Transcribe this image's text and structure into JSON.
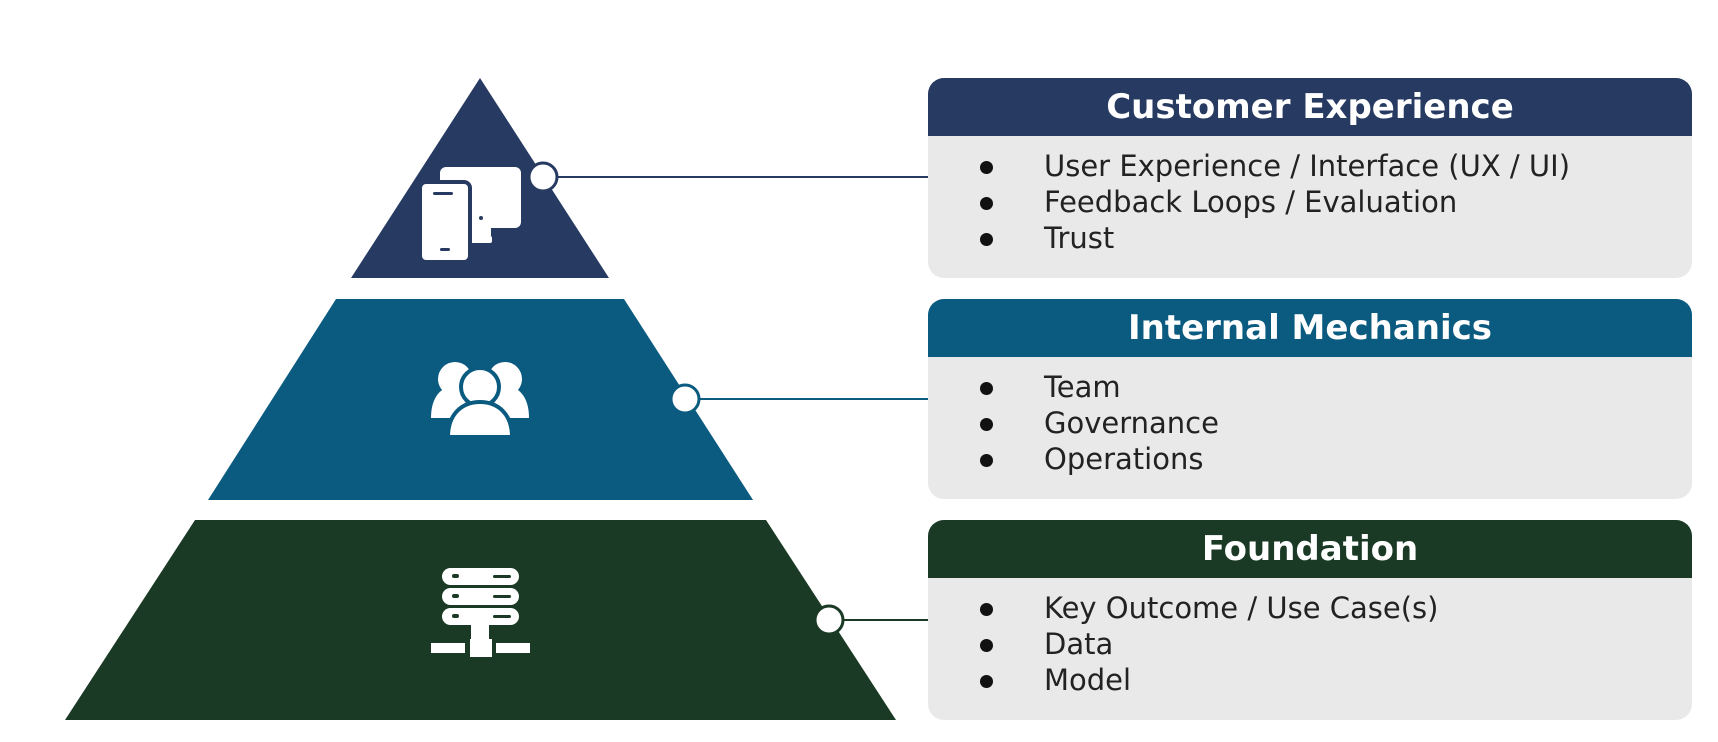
{
  "layers": [
    {
      "title": "Customer Experience",
      "color": "#273a62",
      "icon": "devices-icon",
      "items": [
        "User Experience / Interface (UX / UI)",
        "Feedback Loops / Evaluation",
        "Trust"
      ]
    },
    {
      "title": "Internal Mechanics",
      "color": "#0b5b80",
      "icon": "team-icon",
      "items": [
        "Team",
        "Governance",
        "Operations"
      ]
    },
    {
      "title": "Foundation",
      "color": "#1b3a25",
      "icon": "server-icon",
      "items": [
        "Key Outcome / Use Case(s)",
        "Data",
        "Model"
      ]
    }
  ]
}
